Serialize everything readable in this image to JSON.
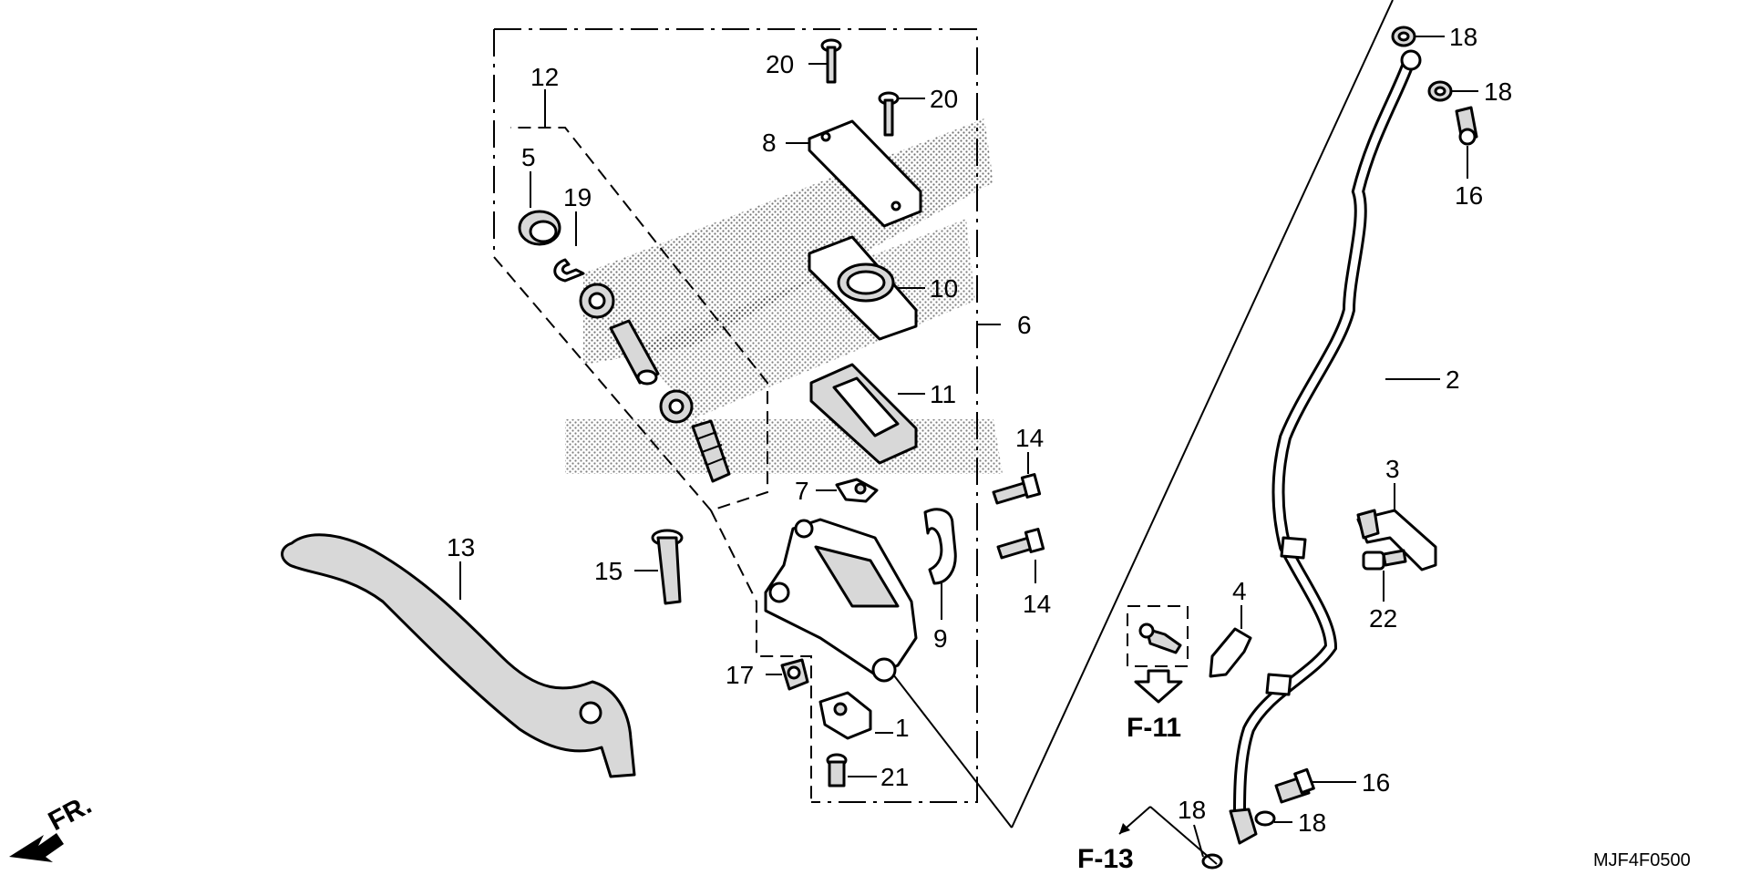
{
  "diagram": {
    "drawing_code": "MJF4F0500",
    "front_marker": "FR.",
    "references": {
      "f11": "F-11",
      "f13": "F-13"
    },
    "callouts": {
      "c1": "1",
      "c2": "2",
      "c3": "3",
      "c4": "4",
      "c5": "5",
      "c6": "6",
      "c7": "7",
      "c8": "8",
      "c9": "9",
      "c10": "10",
      "c11": "11",
      "c12": "12",
      "c13": "13",
      "c14a": "14",
      "c14b": "14",
      "c15": "15",
      "c16a": "16",
      "c16b": "16",
      "c17": "17",
      "c18a": "18",
      "c18b": "18",
      "c18c": "18",
      "c18d": "18",
      "c19": "19",
      "c20a": "20",
      "c20b": "20",
      "c21": "21",
      "c22": "22"
    }
  }
}
